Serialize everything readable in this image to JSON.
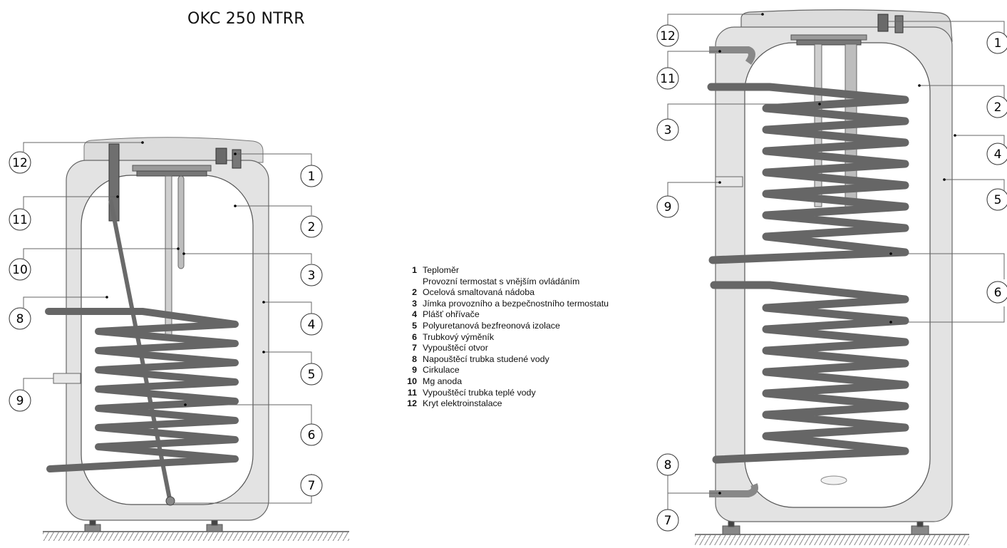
{
  "title": "OKC 250 NTRR",
  "legend": [
    {
      "num": "1",
      "text": "Teploměr",
      "cont": "Provozní termostat s vnějším ovládáním"
    },
    {
      "num": "2",
      "text": "Ocelová smaltovaná nádoba"
    },
    {
      "num": "3",
      "text": "Jímka provozního a bezpečnostního termostatu"
    },
    {
      "num": "4",
      "text": "Plášť ohřívače"
    },
    {
      "num": "5",
      "text": "Polyuretanová bezfreonová izolace"
    },
    {
      "num": "6",
      "text": "Trubkový výměník"
    },
    {
      "num": "7",
      "text": "Vypouštěcí otvor"
    },
    {
      "num": "8",
      "text": "Napouštěcí trubka studené vody"
    },
    {
      "num": "9",
      "text": "Cirkulace"
    },
    {
      "num": "10",
      "text": "Mg anoda"
    },
    {
      "num": "11",
      "text": "Vypouštěcí trubka teplé vody"
    },
    {
      "num": "12",
      "text": "Kryt elektroinstalace"
    }
  ],
  "left_callouts": {
    "c12": "12",
    "c11": "11",
    "c10": "10",
    "c8": "8",
    "c9": "9",
    "c1": "1",
    "c2": "2",
    "c3": "3",
    "c4": "4",
    "c5": "5",
    "c6": "6",
    "c7": "7"
  },
  "right_callouts": {
    "c12": "12",
    "c11": "11",
    "c3": "3",
    "c9": "9",
    "c8": "8",
    "c7": "7",
    "c1": "1",
    "c2": "2",
    "c4": "4",
    "c5": "5",
    "c6": "6"
  },
  "colors": {
    "insulation": "#e3e3e3",
    "tank": "#ffffff",
    "coil": "#666666",
    "outline": "#555555",
    "ground": "#888888"
  }
}
